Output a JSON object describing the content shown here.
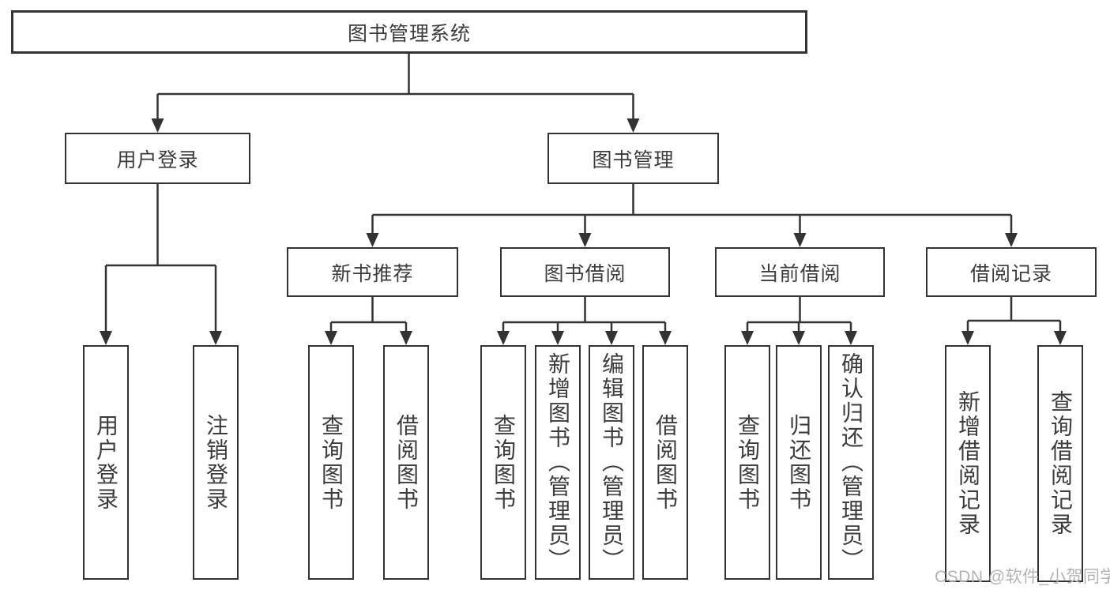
{
  "tree": {
    "label": "图书管理系统",
    "children": [
      {
        "label": "用户登录",
        "children": [
          {
            "label": "用户登录"
          },
          {
            "label": "注销登录"
          }
        ]
      },
      {
        "label": "图书管理",
        "children": [
          {
            "label": "新书推荐",
            "children": [
              {
                "label": "查询图书"
              },
              {
                "label": "借阅图书"
              }
            ]
          },
          {
            "label": "图书借阅",
            "children": [
              {
                "label": "查询图书"
              },
              {
                "label": "新增图书（管理员）"
              },
              {
                "label": "编辑图书（管理员）"
              },
              {
                "label": "借阅图书"
              }
            ]
          },
          {
            "label": "当前借阅",
            "children": [
              {
                "label": "查询图书"
              },
              {
                "label": "归还图书"
              },
              {
                "label": "确认归还（管理员）"
              }
            ]
          },
          {
            "label": "借阅记录",
            "children": [
              {
                "label": "新增借阅记录"
              },
              {
                "label": "查询借阅记录"
              }
            ]
          }
        ]
      }
    ]
  },
  "watermark": {
    "text": "CSDN @软件_小贺同学"
  },
  "colors": {
    "line": "#333333",
    "box_border": "#333333",
    "text": "#3c3c3c",
    "watermark": "#b3b3b3",
    "background": "#ffffff"
  }
}
